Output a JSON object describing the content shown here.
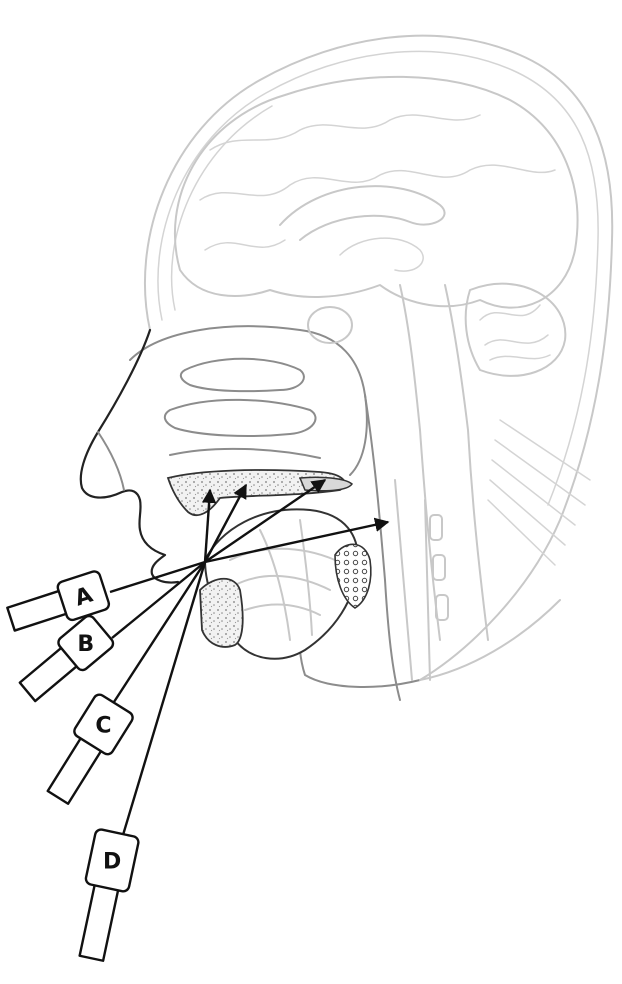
{
  "figure": {
    "probe_labels": [
      "A",
      "B",
      "C",
      "D"
    ]
  }
}
